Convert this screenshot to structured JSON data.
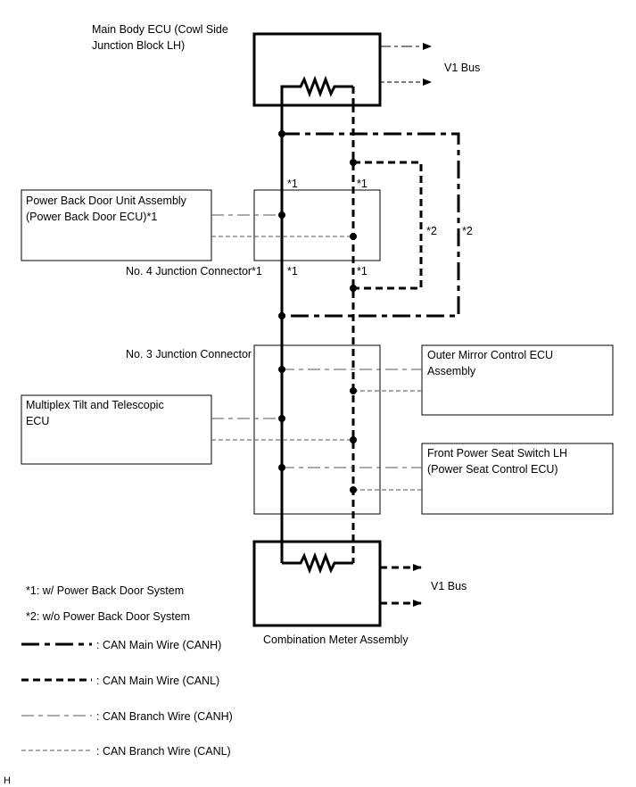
{
  "components": {
    "main_body_ecu": [
      "Main Body ECU (Cowl Side",
      "Junction Block LH)"
    ],
    "power_back_door": [
      "Power Back Door Unit Assembly",
      "(Power Back Door ECU)*1"
    ],
    "no4_junction": "No. 4 Junction Connector*1",
    "no3_junction": "No. 3 Junction Connector",
    "outer_mirror": [
      "Outer Mirror Control ECU",
      "Assembly"
    ],
    "multiplex_tilt": [
      "Multiplex Tilt and Telescopic",
      "ECU"
    ],
    "front_power_seat": [
      "Front Power Seat Switch LH",
      "(Power Seat Control ECU)"
    ],
    "combination_meter": "Combination Meter Assembly",
    "bus_top": "V1 Bus",
    "bus_bottom": "V1 Bus"
  },
  "marks": {
    "n1": "*1",
    "n2": "*2"
  },
  "notes": [
    "*1: w/ Power Back Door System",
    "*2: w/o Power Back Door System"
  ],
  "legend": [
    {
      "style": "thick long-short dash",
      "label": ": CAN Main Wire (CANH)"
    },
    {
      "style": "thick dash",
      "label": ": CAN Main Wire (CANL)"
    },
    {
      "style": "thin long-short dash",
      "label": ": CAN Branch Wire (CANH)"
    },
    {
      "style": "thin dash",
      "label": ": CAN Branch Wire (CANL)"
    }
  ],
  "footer_code": "H"
}
